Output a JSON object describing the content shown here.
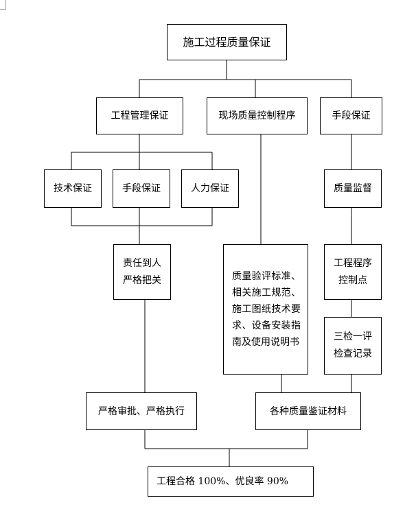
{
  "nodes": {
    "root": "施工过程质量保证",
    "mgmt": "工程管理保证",
    "site": "现场质量控制程序",
    "means": "手段保证",
    "tech": "技术保证",
    "means2": "手段保证",
    "human": "人力保证",
    "resp": "责任到人\n严格把关",
    "approve": "严格审批、严格执行",
    "standards": "质量验评标准、相关施工规范、施工图纸技术要求、设备安装指南及使用说明书",
    "cert": "各种质量鉴证材料",
    "supervise": "质量监督",
    "checkpoint": "工程程序\n控制点",
    "inspect": "三检一评\n检查记录",
    "result": "工程合格 100%、优良率 90%"
  }
}
